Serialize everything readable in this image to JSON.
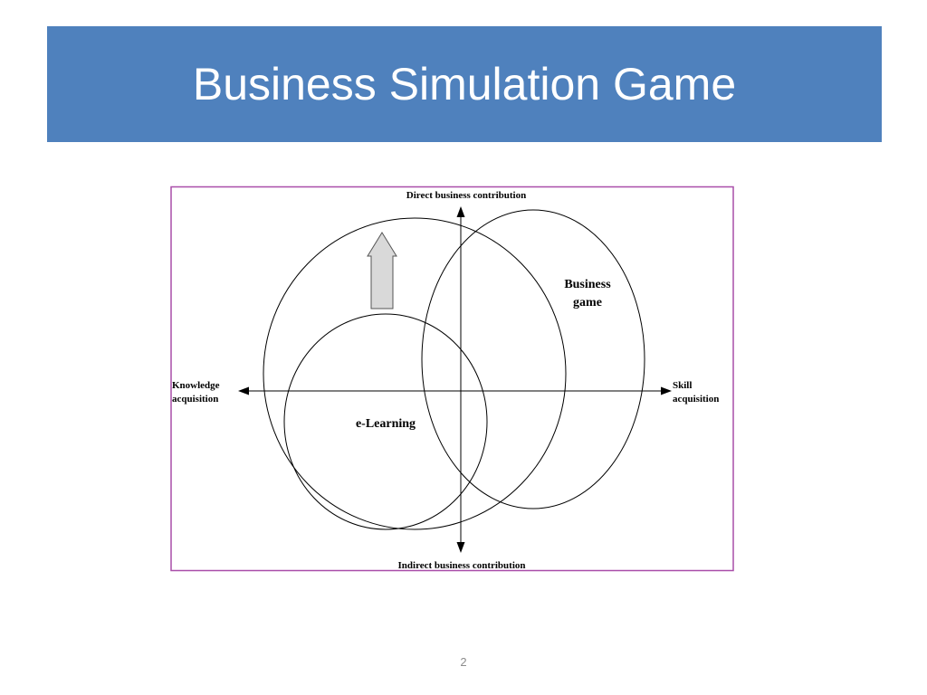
{
  "slide": {
    "title": "Business Simulation Game",
    "page_number": "2"
  },
  "colors": {
    "title_bar": "#4f81bd",
    "title_text": "#ffffff",
    "frame_border": "#a94ea9",
    "arrow_fill": "#d9d9d9",
    "line": "#000000"
  },
  "diagram": {
    "top_label": "Direct business contribution",
    "bottom_label": "Indirect business contribution",
    "left_label": [
      "Knowledge",
      "acquisition"
    ],
    "right_label": [
      "Skill",
      "acquisition"
    ],
    "business_game_label": [
      "Business",
      "game"
    ],
    "elearning_label": "e-Learning",
    "icons": [
      "up-arrow-icon"
    ]
  }
}
